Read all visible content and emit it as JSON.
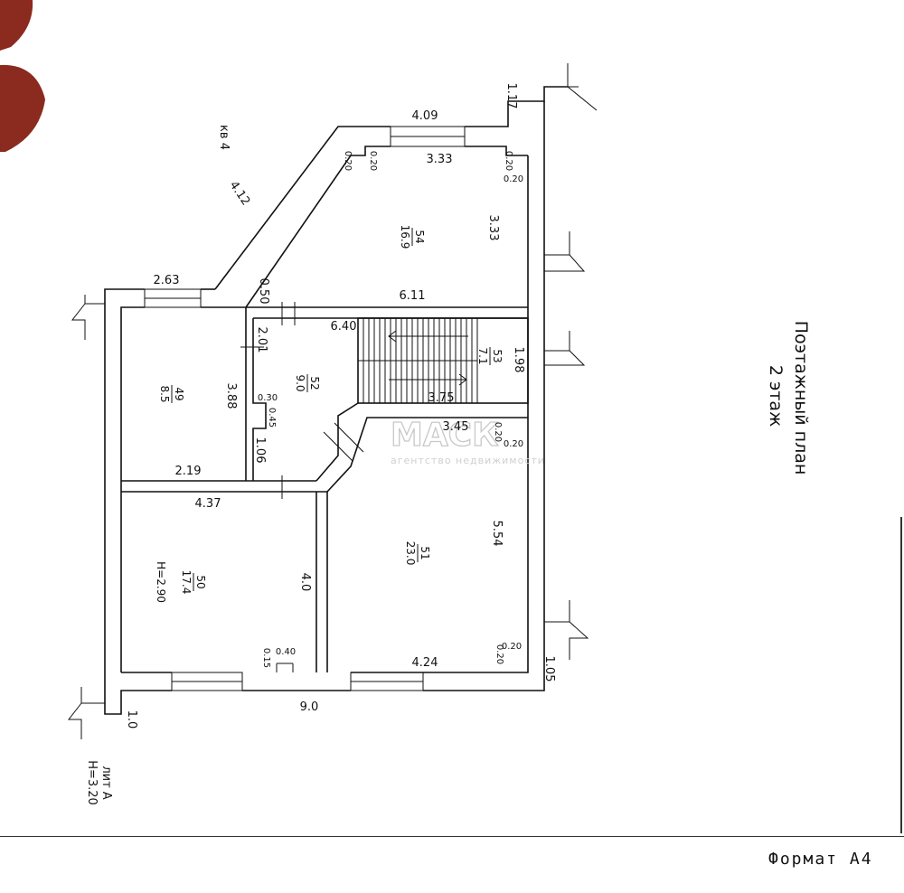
{
  "plan": {
    "title_line1": "Поэтажный план",
    "title_line2": "2 этаж",
    "apartment_label": "кв 4",
    "lit_line1": "лит А",
    "lit_line2": "Н=3.20",
    "format_label": "Формат А4",
    "watermark": {
      "brand": "МАСК",
      "tagline": "агентство недвижимости"
    }
  },
  "rooms": [
    {
      "number": "54",
      "area": "16.9"
    },
    {
      "number": "53",
      "area": "7.1"
    },
    {
      "number": "52",
      "area": "9.0"
    },
    {
      "number": "49",
      "area": "8.5"
    },
    {
      "number": "50",
      "area": "17.4",
      "height": "Н=2.90"
    },
    {
      "number": "51",
      "area": "23.0"
    }
  ],
  "dimensions": {
    "d_4_09": "4.09",
    "d_1_17": "1.17",
    "d_3_33_top": "3.33",
    "d_3_33_side": "3.33",
    "d_4_12": "4.12",
    "d_0_20_a": "0.20",
    "d_0_20_b": "0.20",
    "d_0_20_c": "0.20",
    "d_0_20_d": "0.20",
    "d_0_20_e": "0.20",
    "d_0_20_f": "0.20",
    "d_0_20_g": "0.20",
    "d_2_63": "2.63",
    "d_0_50": "0.50",
    "d_6_11": "6.11",
    "d_6_40": "6.40",
    "d_2_01": "2.01",
    "d_1_98": "1.98",
    "d_3_75": "3.75",
    "d_3_88": "3.88",
    "d_0_30": "0.30",
    "d_0_45": "0.45",
    "d_3_45": "3.45",
    "d_1_06": "1.06",
    "d_2_19": "2.19",
    "d_4_37": "4.37",
    "d_5_54": "5.54",
    "d_4_0": "4.0",
    "d_0_40": "0.40",
    "d_0_15": "0.15",
    "d_4_24": "4.24",
    "d_1_05": "1.05",
    "d_9_0": "9.0",
    "d_1_0": "1.0"
  }
}
